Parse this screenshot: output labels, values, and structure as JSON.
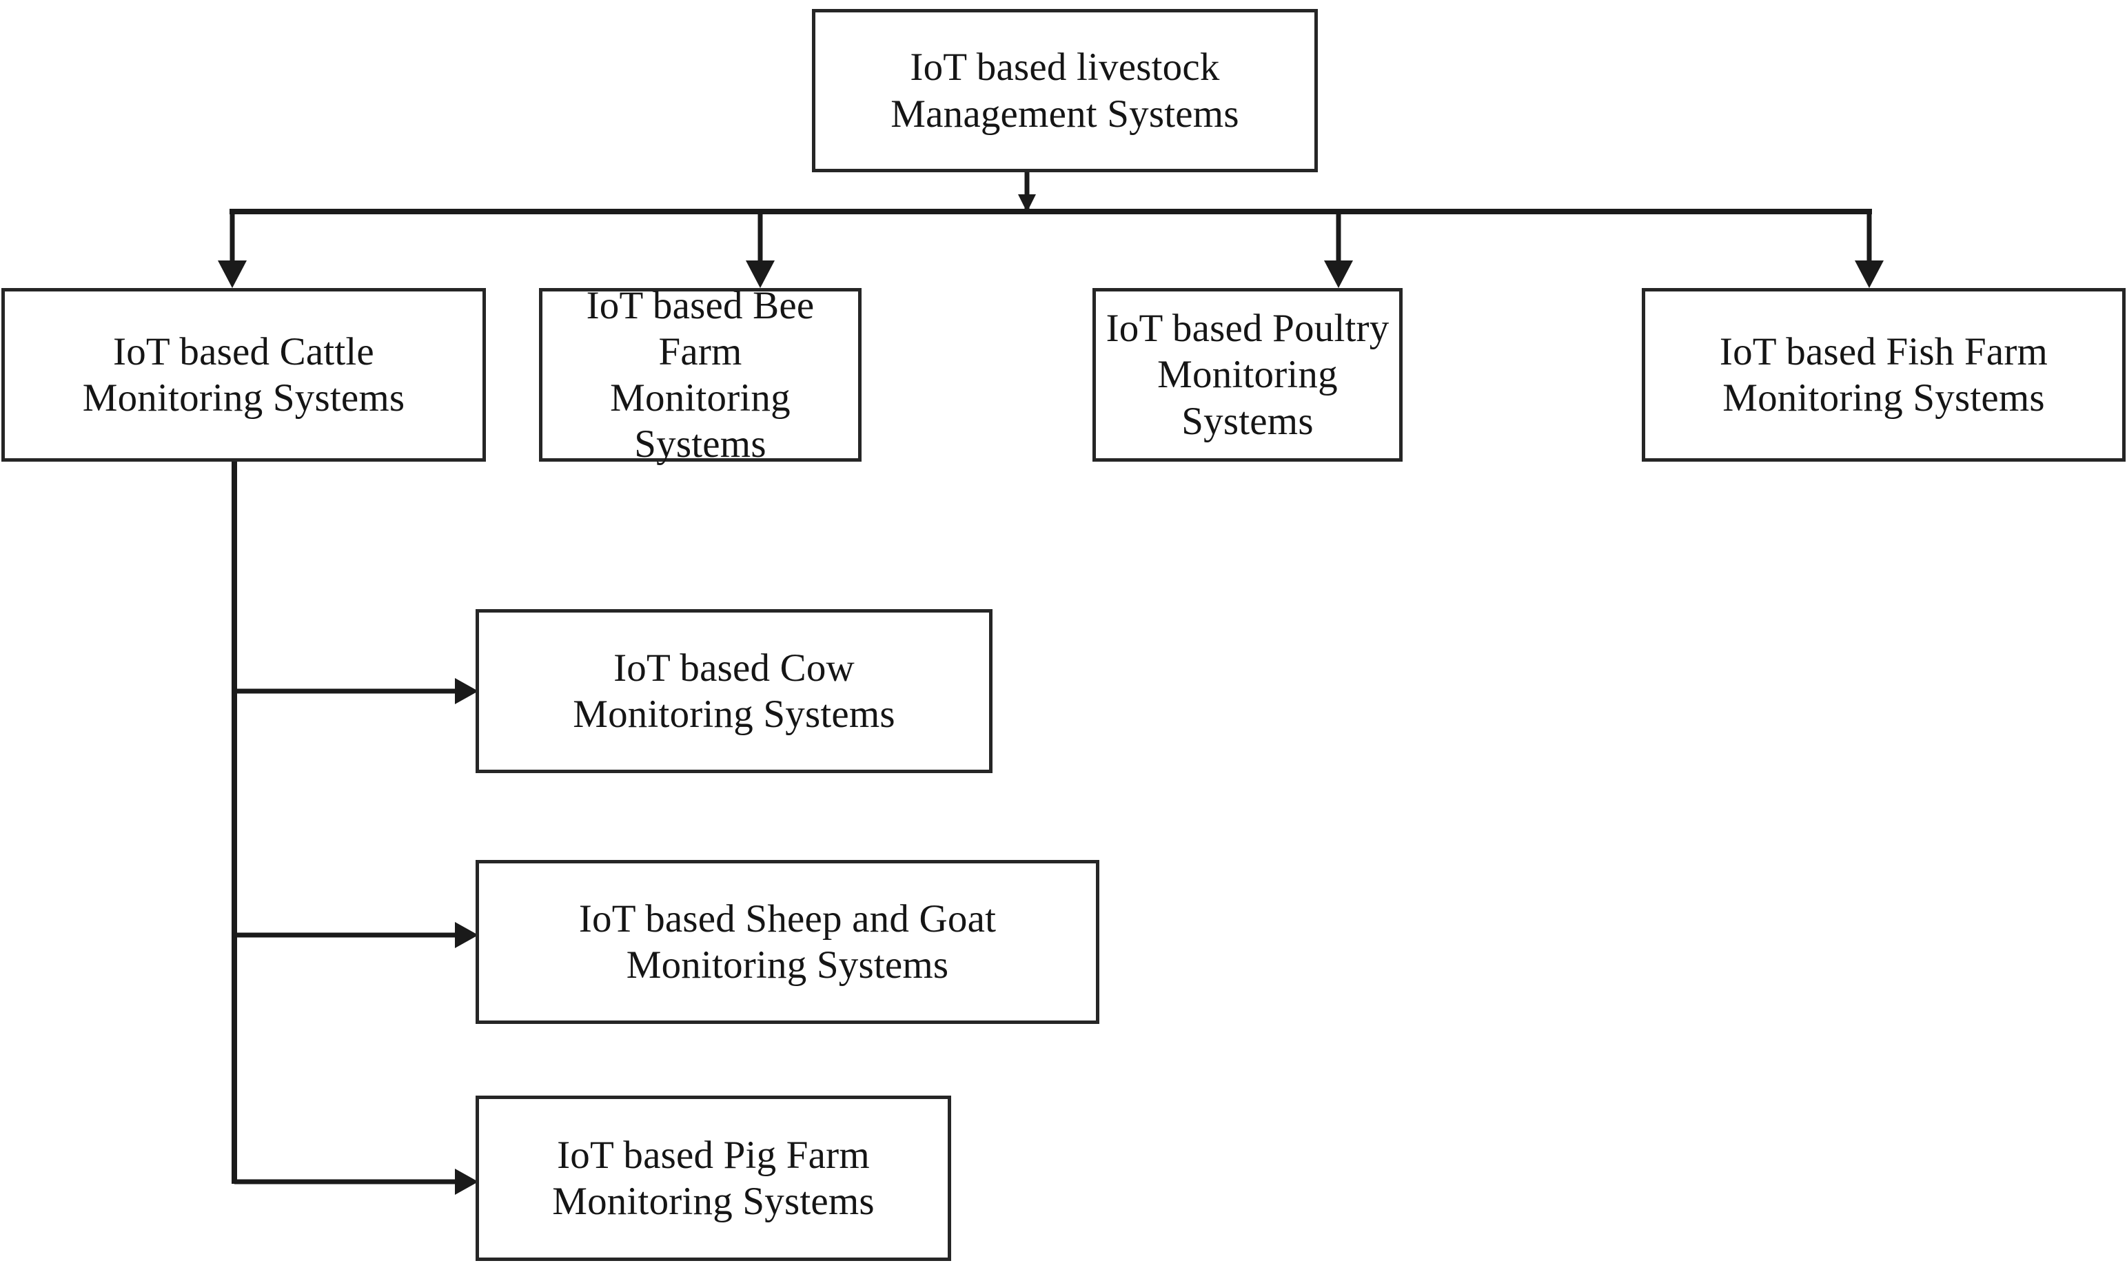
{
  "diagram": {
    "type": "hierarchy-tree",
    "title": "IoT based livestock Management Systems",
    "background_color": "#ffffff",
    "line_color": "#262626",
    "text_color": "#151515",
    "nodes": {
      "root": {
        "id": "root",
        "label": "IoT based livestock\nManagement Systems",
        "level": 1
      },
      "cattle": {
        "id": "cattle",
        "label": "IoT based Cattle\nMonitoring Systems",
        "level": 2
      },
      "bee": {
        "id": "bee",
        "label": "IoT based Bee Farm\nMonitoring Systems",
        "level": 2
      },
      "poultry": {
        "id": "poultry",
        "label": "IoT based Poultry\nMonitoring Systems",
        "level": 2
      },
      "fish": {
        "id": "fish",
        "label": "IoT based Fish Farm\nMonitoring Systems",
        "level": 2
      },
      "cow": {
        "id": "cow",
        "label": "IoT based Cow\nMonitoring Systems",
        "level": 3
      },
      "sheep_goat": {
        "id": "sheep_goat",
        "label": "IoT based Sheep and Goat\nMonitoring Systems",
        "level": 3
      },
      "pig": {
        "id": "pig",
        "label": "IoT based Pig Farm\nMonitoring Systems",
        "level": 3
      }
    },
    "edges": [
      {
        "from": "root",
        "to": "cattle",
        "style": "orthogonal",
        "arrow": "down"
      },
      {
        "from": "root",
        "to": "bee",
        "style": "orthogonal",
        "arrow": "down"
      },
      {
        "from": "root",
        "to": "poultry",
        "style": "orthogonal",
        "arrow": "down"
      },
      {
        "from": "root",
        "to": "fish",
        "style": "orthogonal",
        "arrow": "down"
      },
      {
        "from": "cattle",
        "to": "cow",
        "style": "orthogonal",
        "arrow": "right"
      },
      {
        "from": "cattle",
        "to": "sheep_goat",
        "style": "orthogonal",
        "arrow": "right"
      },
      {
        "from": "cattle",
        "to": "pig",
        "style": "orthogonal",
        "arrow": "right"
      }
    ]
  }
}
